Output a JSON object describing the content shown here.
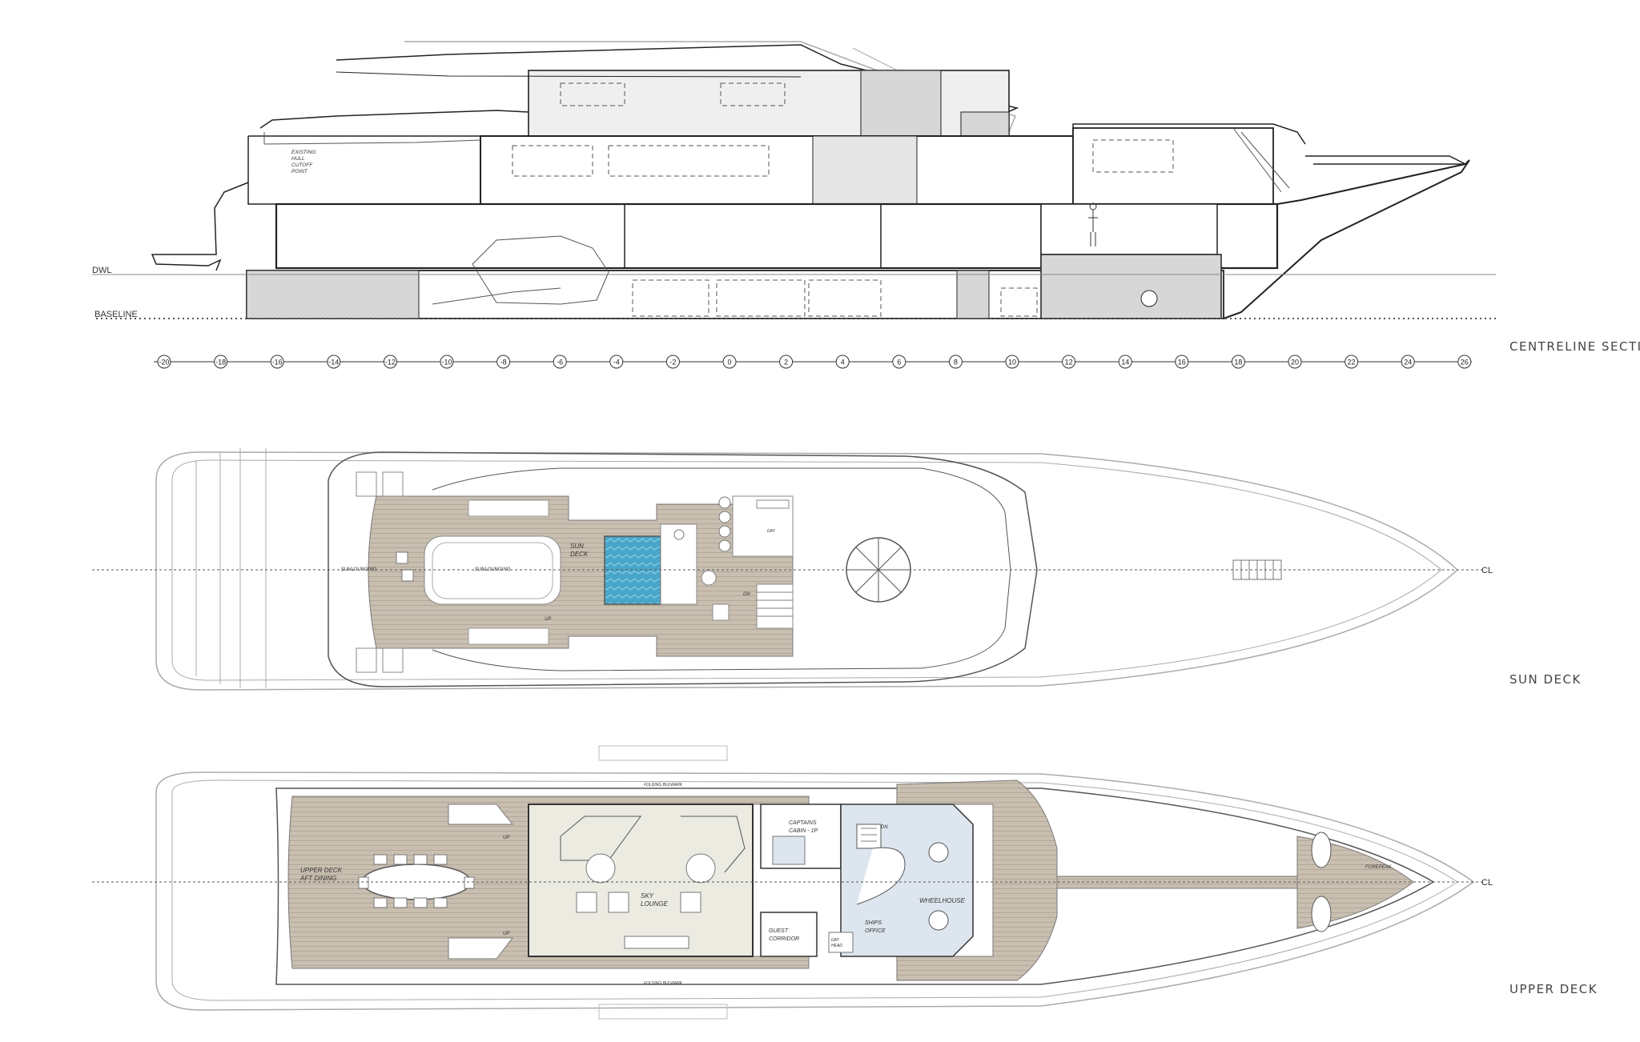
{
  "views": {
    "section": "CENTRELINE SECTION",
    "sun": "SUN DECK",
    "upper": "UPPER DECK"
  },
  "section": {
    "dwl": "DWL",
    "baseline": "BASELINE",
    "hull_note": [
      "EXISTING",
      "HULL",
      "CUTOFF",
      "POINT"
    ],
    "frames": [
      "-20",
      "-18",
      "-16",
      "-14",
      "-12",
      "-10",
      "-8",
      "-6",
      "-4",
      "-2",
      "0",
      "2",
      "4",
      "6",
      "8",
      "10",
      "12",
      "14",
      "16",
      "18",
      "20",
      "22",
      "24",
      "26"
    ]
  },
  "centerline_label": "CL",
  "sun_deck": {
    "sun_deck_label": [
      "SUN",
      "DECK"
    ],
    "sunloungers": [
      "SUNLOUNGING",
      "SUNLOUNGING"
    ],
    "up_mark": "UP",
    "dn_mark": "DN",
    "small_label": "DAY"
  },
  "upper_deck": {
    "aft_dining": [
      "UPPER DECK",
      "AFT DINING"
    ],
    "sky_lounge": [
      "SKY",
      "LOUNGE"
    ],
    "captains_cabin": [
      "CAPTAINS",
      "CABIN - 1P"
    ],
    "guest_corridor": [
      "GUEST",
      "CORRIDOR"
    ],
    "ships_office": [
      "SHIPS",
      "OFFICE"
    ],
    "wheelhouse": "WHEELHOUSE",
    "forepeak": "FOREPEAK",
    "folding_bulwark": "FOLDING BULWARK",
    "up_mark": "UP",
    "dn_mark": "DN",
    "day_head": [
      "DAY",
      "HEAD"
    ]
  },
  "colors": {
    "deck_wood": "#c9bfb1",
    "sky_lounge_floor": "#ecebe2",
    "wheelhouse_floor": "#dde6ee",
    "pool_water": "#4aa6c8",
    "section_grey": "#d7d7d7"
  }
}
